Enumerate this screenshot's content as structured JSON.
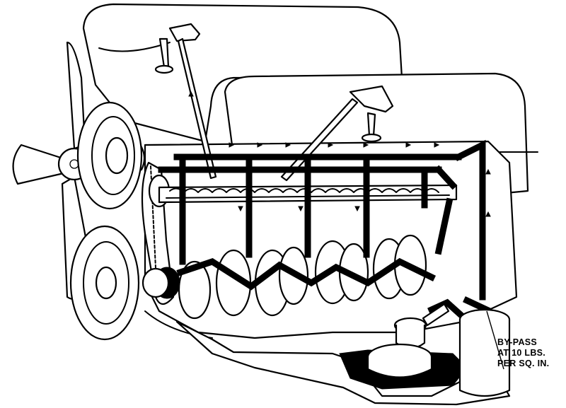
{
  "callout": {
    "lines": [
      "BY-PASS",
      "AT 10 LBS.",
      "PER SQ. IN."
    ]
  },
  "colors": {
    "ink": "#000000",
    "paper": "#ffffff"
  }
}
